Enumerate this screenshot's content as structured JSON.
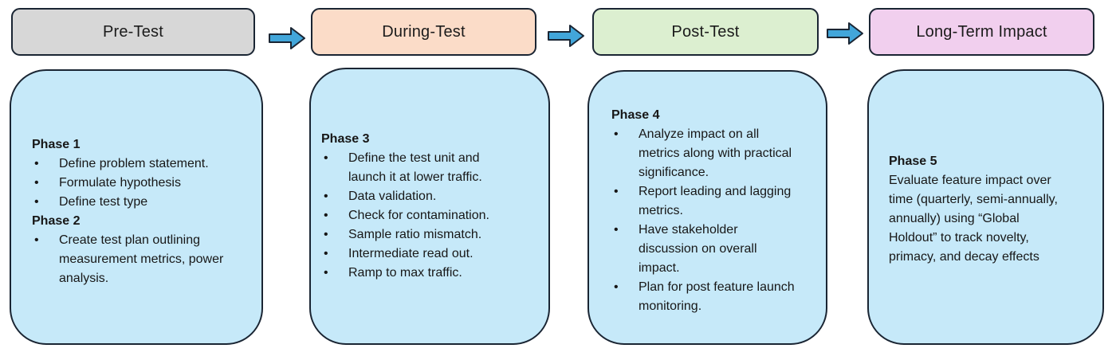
{
  "diagram": {
    "bullet_glyph": "•",
    "colors": {
      "border": "#1a2533",
      "body_fill": "#c6e9f9",
      "arrow_fill": "#42a6da",
      "header_gray": "#d7d7d7",
      "header_peach": "#fbdcc8",
      "header_green": "#dcefd0",
      "header_pink": "#f1cfee",
      "text": "#171717"
    },
    "columns": [
      {
        "header": {
          "label": "Pre-Test",
          "bg": "#d7d7d7"
        },
        "sections": [
          {
            "heading": "Phase 1",
            "bullets": [
              "Define problem statement.",
              "Formulate hypothesis",
              "Define test type"
            ]
          },
          {
            "heading": "Phase 2",
            "bullets": [
              "Create test plan outlining measurement metrics, power analysis."
            ]
          }
        ]
      },
      {
        "header": {
          "label": "During-Test",
          "bg": "#fbdcc8"
        },
        "sections": [
          {
            "heading": "Phase 3",
            "bullets": [
              "Define the test unit and launch it at lower traffic.",
              "Data validation.",
              "Check for contamination.",
              "Sample ratio mismatch.",
              "Intermediate read out.",
              "Ramp to max traffic."
            ]
          }
        ]
      },
      {
        "header": {
          "label": "Post-Test",
          "bg": "#dcefd0"
        },
        "sections": [
          {
            "heading": "Phase 4",
            "bullets": [
              "Analyze impact on all metrics along with practical significance.",
              "Report leading and lagging metrics.",
              "Have stakeholder discussion on overall impact.",
              "Plan for post feature launch monitoring."
            ]
          }
        ]
      },
      {
        "header": {
          "label": "Long-Term Impact",
          "bg": "#f1cfee"
        },
        "sections": [
          {
            "heading": "Phase 5",
            "paragraph": "Evaluate feature impact over time (quarterly, semi-annually, annually) using “Global Holdout” to track novelty, primacy, and decay effects"
          }
        ]
      }
    ]
  }
}
